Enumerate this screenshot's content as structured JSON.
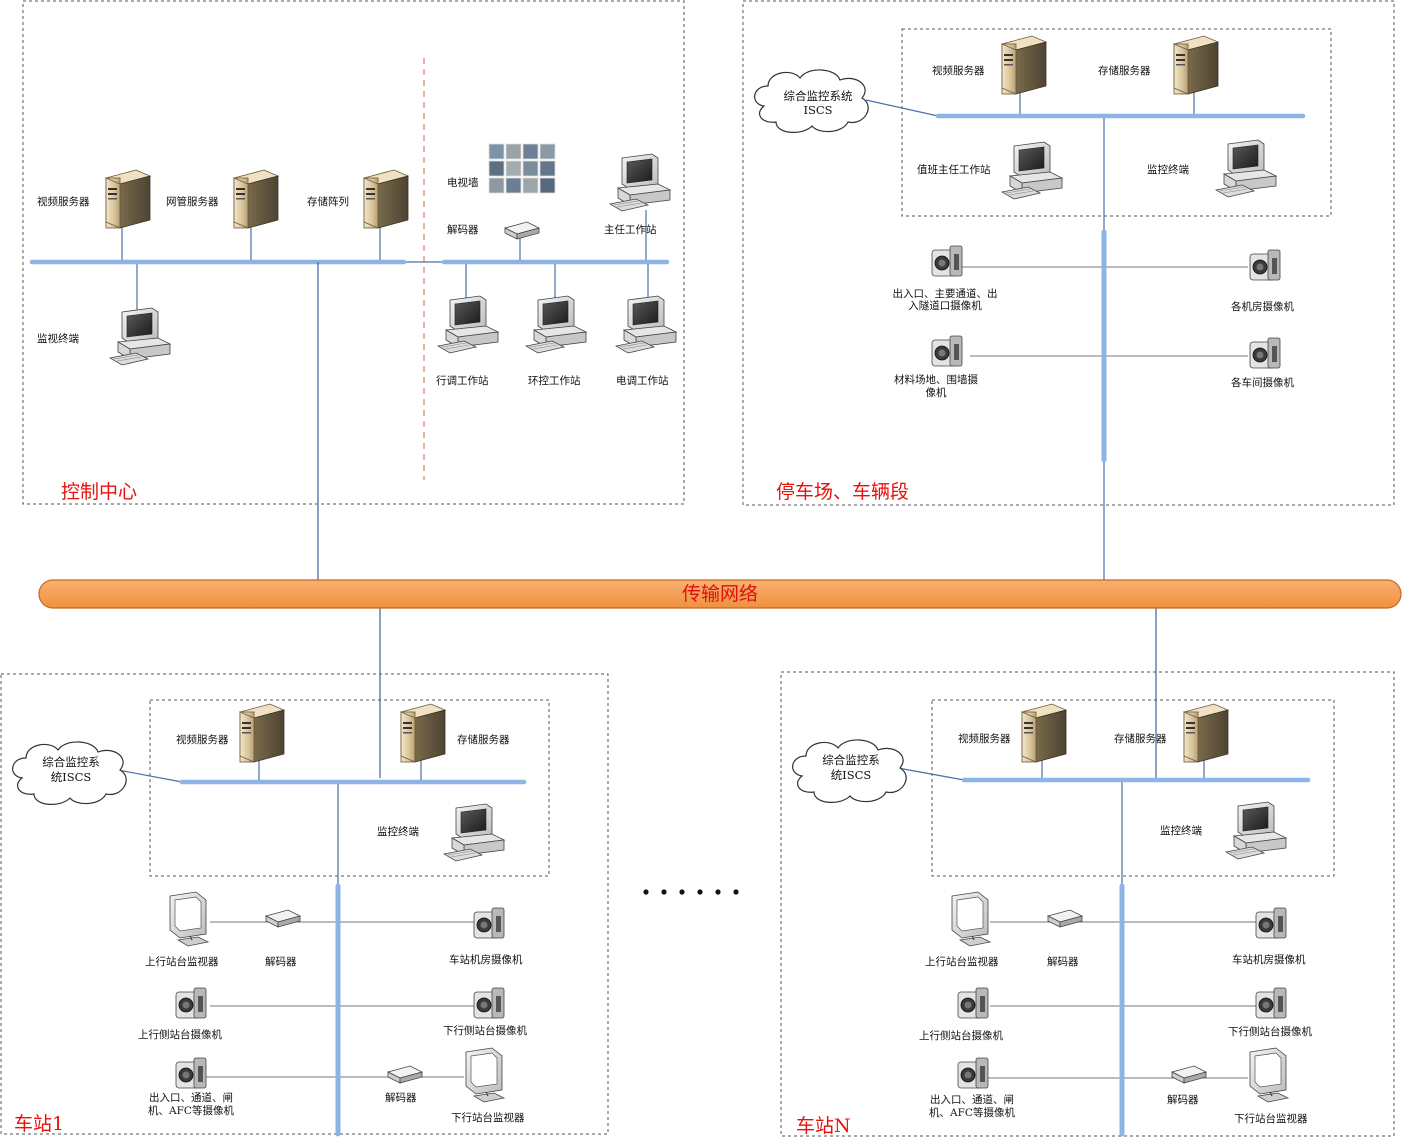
{
  "control_center": {
    "title": "控制中心",
    "video_server": "视频服务器",
    "nms_server": "网管服务器",
    "storage_array": "存储阵列",
    "tv_wall": "电视墙",
    "decoder": "解码器",
    "director_ws": "主任工作站",
    "monitor_terminal": "监视终端",
    "dispatch_ws": "行调工作站",
    "env_ws": "环控工作站",
    "power_ws": "电调工作站"
  },
  "depot": {
    "title": "停车场、车辆段",
    "iscs_line1": "综合监控系统",
    "iscs_line2": "ISCS",
    "video_server": "视频服务器",
    "storage_server": "存储服务器",
    "duty_ws": "值班主任工作站",
    "monitor_terminal": "监控终端",
    "cam_entry_line1": "出入口、主要通道、出",
    "cam_entry_line2": "入隧道口摄像机",
    "cam_room": "各机房摄像机",
    "cam_yard_line1": "材料场地、围墙摄",
    "cam_yard_line2": "像机",
    "cam_workshop": "各车间摄像机"
  },
  "network": {
    "label": "传输网络"
  },
  "station1": {
    "title": "车站1",
    "iscs_line1": "综合监控系",
    "iscs_line2": "统ISCS",
    "video_server": "视频服务器",
    "storage_server": "存储服务器",
    "monitor_terminal": "监控终端",
    "up_monitor": "上行站台监视器",
    "decoder1": "解码器",
    "room_cam": "车站机房摄像机",
    "up_cam": "上行侧站台摄像机",
    "down_cam": "下行侧站台摄像机",
    "entry_cam_line1": "出入口、通道、闸",
    "entry_cam_line2": "机、AFC等摄像机",
    "decoder2": "解码器",
    "down_monitor": "下行站台监视器"
  },
  "stationN": {
    "title": "车站N",
    "iscs_line1": "综合监控系",
    "iscs_line2": "统ISCS",
    "video_server": "视频服务器",
    "storage_server": "存储服务器",
    "monitor_terminal": "监控终端",
    "up_monitor": "上行站台监视器",
    "decoder1": "解码器",
    "room_cam": "车站机房摄像机",
    "up_cam": "上行侧站台摄像机",
    "down_cam": "下行侧站台摄像机",
    "entry_cam_line1": "出入口、通道、闸",
    "entry_cam_line2": "机、AFC等摄像机",
    "decoder2": "解码器",
    "down_monitor": "下行站台监视器"
  },
  "colors": {
    "bus": "#8eb4e3",
    "link": "#4a6fa5",
    "network": "#f59b53",
    "title": "#e8120c"
  }
}
